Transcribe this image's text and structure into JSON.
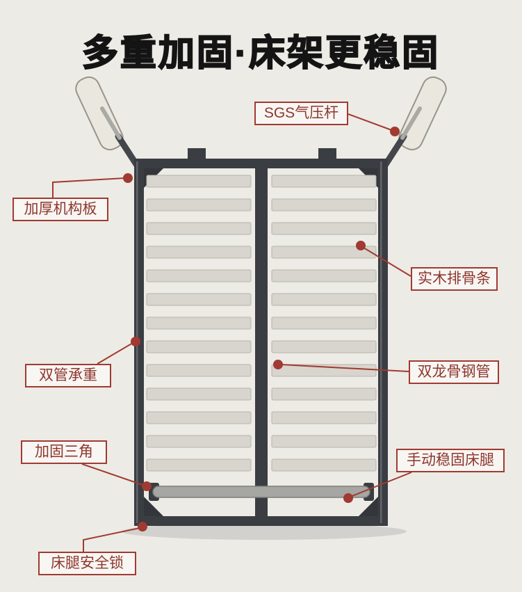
{
  "title": "多重加固·床架更稳固",
  "callouts": [
    {
      "id": "gas-strut",
      "label": "SGS气压杆"
    },
    {
      "id": "mechanism-plate",
      "label": "加厚机构板"
    },
    {
      "id": "wood-slats",
      "label": "实木排骨条"
    },
    {
      "id": "double-tube",
      "label": "双管承重"
    },
    {
      "id": "keel-tube",
      "label": "双龙骨钢管"
    },
    {
      "id": "triangle",
      "label": "加固三角"
    },
    {
      "id": "manual-leg",
      "label": "手动稳固床腿"
    },
    {
      "id": "leg-lock",
      "label": "床腿安全锁"
    }
  ],
  "colors": {
    "background": "#edebe5",
    "callout_red": "#a03a32",
    "frame_dark": "#3a3d41",
    "slat_light": "#d8d5ce",
    "strut_pad_cream": "#eae7de",
    "title_text": "#141414"
  }
}
